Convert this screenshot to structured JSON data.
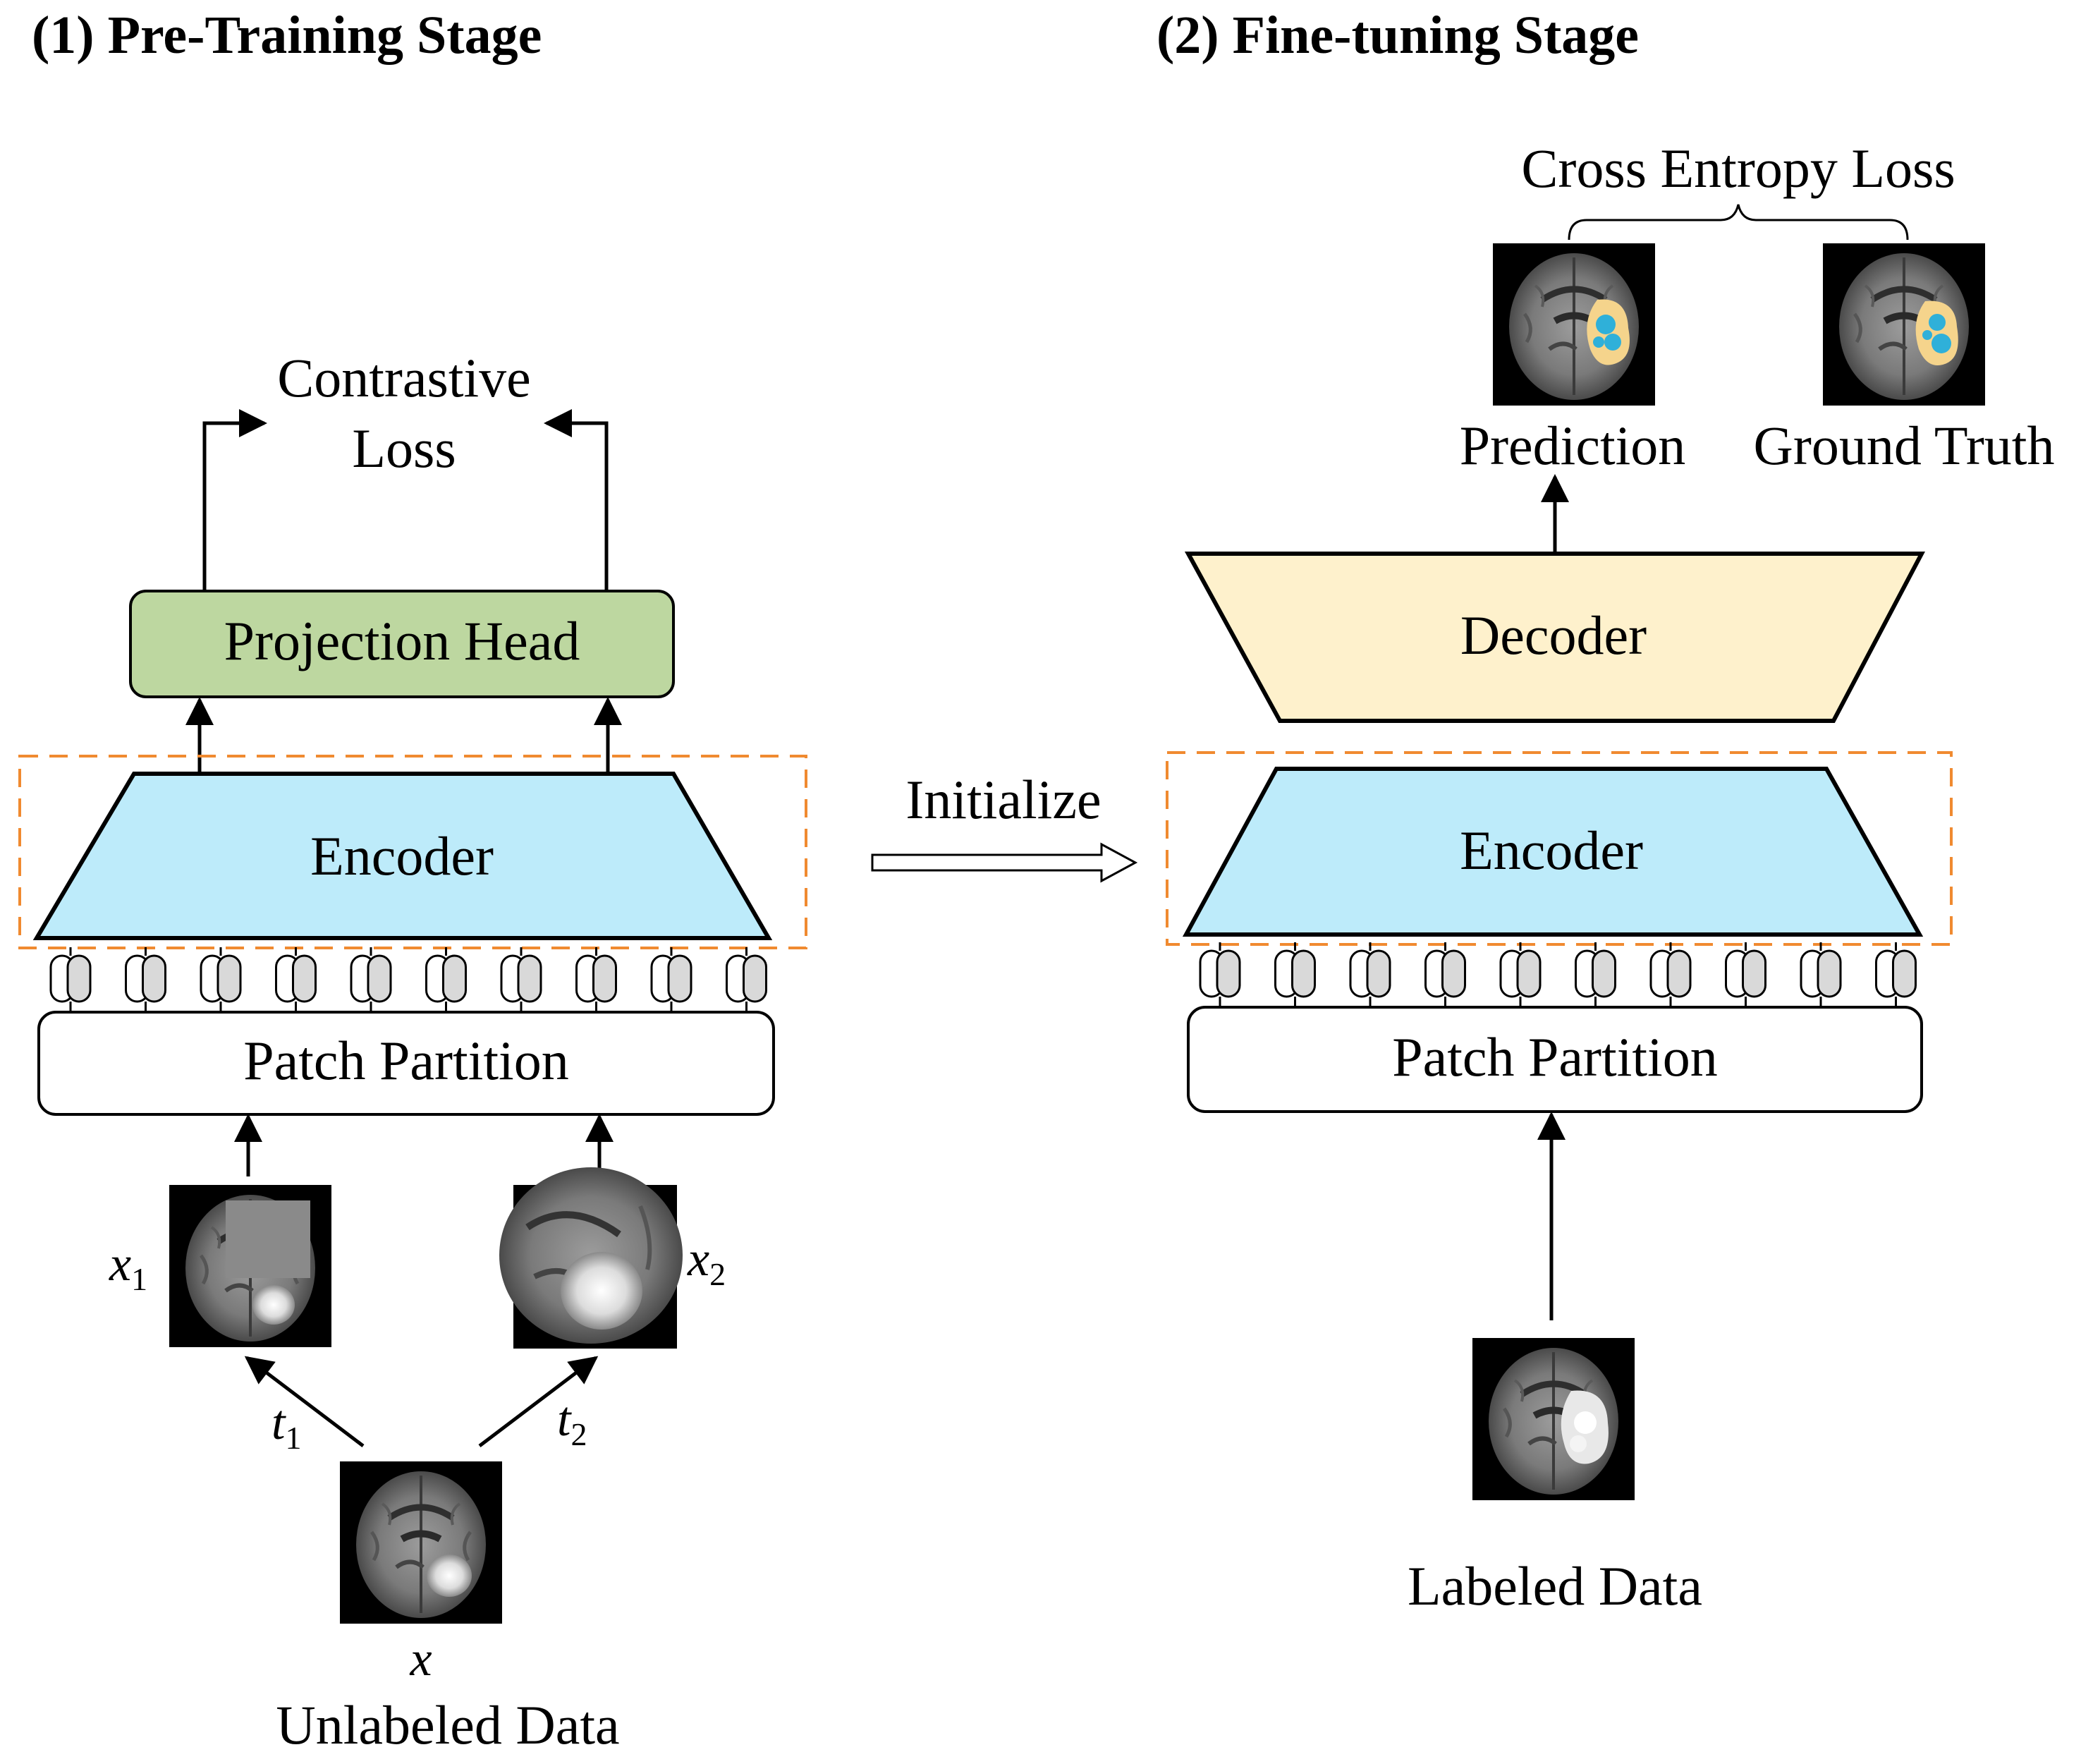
{
  "pretrain": {
    "title": "(1) Pre-Training Stage",
    "loss_line1": "Contrastive",
    "loss_line2": "Loss",
    "projection_head": "Projection Head",
    "encoder": "Encoder",
    "patch_partition": "Patch Partition",
    "x1": "x",
    "x1_sub": "1",
    "x2": "x",
    "x2_sub": "2",
    "t1": "t",
    "t1_sub": "1",
    "t2": "t",
    "t2_sub": "2",
    "x": "x",
    "unlabeled": "Unlabeled Data"
  },
  "initialize": "Initialize",
  "finetune": {
    "title": "(2) Fine-tuning Stage",
    "loss": "Cross Entropy Loss",
    "prediction": "Prediction",
    "ground_truth": "Ground Truth",
    "decoder": "Decoder",
    "encoder": "Encoder",
    "patch_partition": "Patch Partition",
    "labeled": "Labeled Data"
  },
  "colors": {
    "projection_head": "#bdd7a0",
    "encoder": "#bdebfa",
    "decoder": "#fef1cc",
    "dashed_box": "#f08a30",
    "token": "#d9d9d9",
    "tumor_outer": "#f5d48c",
    "tumor_core": "#2fb0d9"
  }
}
